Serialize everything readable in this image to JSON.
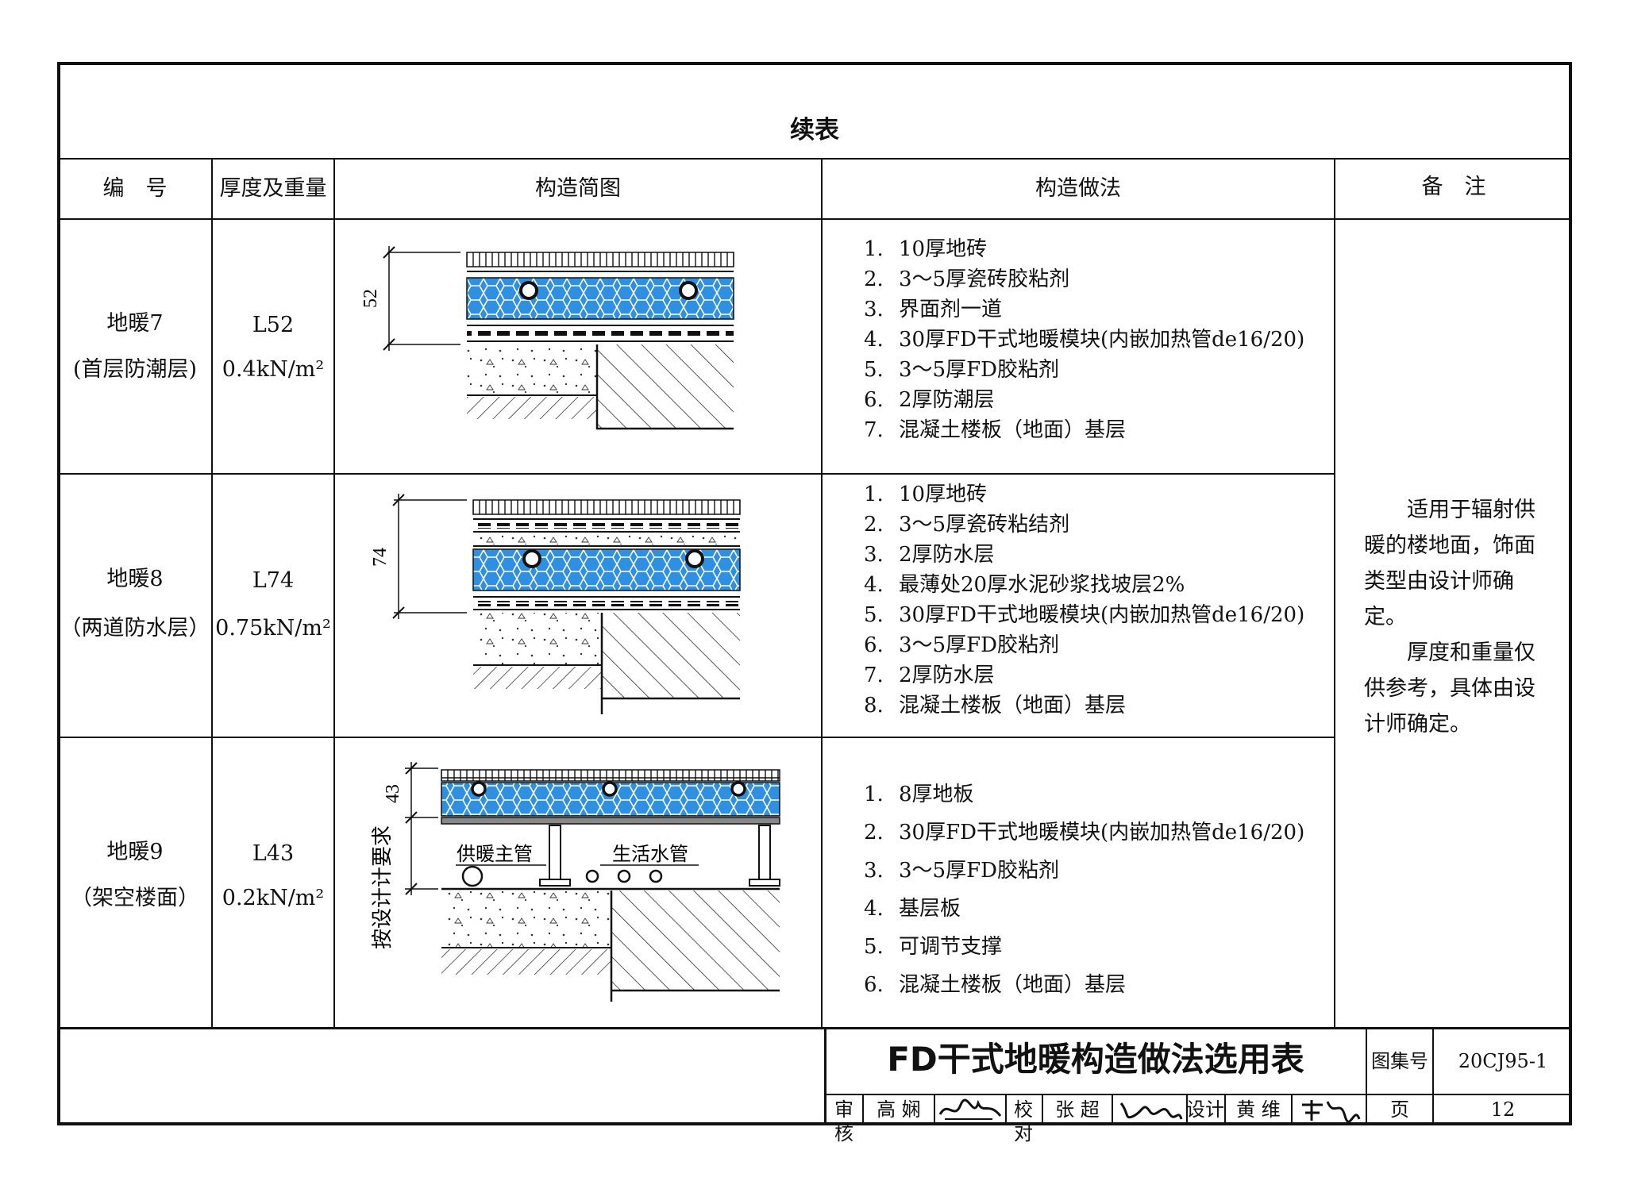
{
  "table_title": "续表",
  "headers": {
    "number": "编　号",
    "thickness_weight": "厚度及重量",
    "diagram": "构造简图",
    "method": "构造做法",
    "remarks": "备　注"
  },
  "rows": [
    {
      "name": "地暖7",
      "sub": "(首层防潮层)",
      "thickness": "L52",
      "weight": "0.4kN/m²",
      "dim": "52",
      "steps": [
        "10厚地砖",
        "3～5厚瓷砖胶粘剂",
        "界面剂一道",
        "30厚FD干式地暖模块(内嵌加热管de16/20)",
        "3～5厚FD胶粘剂",
        "2厚防潮层",
        "混凝土楼板（地面）基层"
      ]
    },
    {
      "name": "地暖8",
      "sub": "（两道防水层）",
      "thickness": "L74",
      "weight": "0.75kN/m²",
      "dim": "74",
      "steps": [
        "10厚地砖",
        "3～5厚瓷砖粘结剂",
        "2厚防水层",
        "最薄处20厚水泥砂浆找坡层2%",
        "30厚FD干式地暖模块(内嵌加热管de16/20)",
        "3～5厚FD胶粘剂",
        "2厚防水层",
        "混凝土楼板（地面）基层"
      ]
    },
    {
      "name": "地暖9",
      "sub": "（架空楼面）",
      "thickness": "L43",
      "weight": "0.2kN/m²",
      "dim": "43",
      "dim_vertical_label": "按设计计要求",
      "label_main_pipe": "供暖主管",
      "label_water_pipe": "生活水管",
      "steps": [
        "8厚地板",
        "30厚FD干式地暖模块(内嵌加热管de16/20)",
        "3～5厚FD胶粘剂",
        "基层板",
        "可调节支撑",
        "混凝土楼板（地面）基层"
      ]
    }
  ],
  "remarks": [
    "适用于辐射供暖的楼地面，饰面类型由设计师确定。",
    "厚度和重量仅供参考，具体由设计师确定。"
  ],
  "title_block": {
    "drawing_title": "FD干式地暖构造做法选用表",
    "atlas_label": "图集号",
    "atlas_no": "20CJ95-1",
    "review_label": "审核",
    "reviewer": "高 娴",
    "check_label": "校对",
    "checker": "张 超",
    "design_label": "设计",
    "designer": "黄 维",
    "page_label": "页",
    "page_no": "12"
  }
}
